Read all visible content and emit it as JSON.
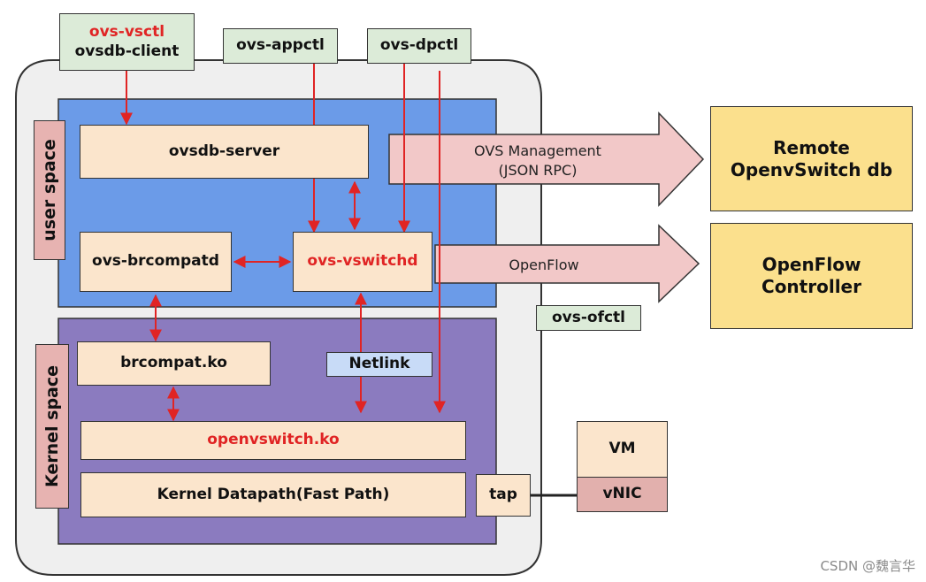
{
  "tools": {
    "vsctl_line1": "ovs-vsctl",
    "vsctl_line2": "ovsdb-client",
    "appctl": "ovs-appctl",
    "dpctl": "ovs-dpctl",
    "ofctl": "ovs-ofctl"
  },
  "user_space": {
    "label": "user space",
    "ovsdb_server": "ovsdb-server",
    "brcompatd": "ovs-brcompatd",
    "vswitchd": "ovs-vswitchd"
  },
  "kernel_space": {
    "label": "Kernel space",
    "brcompat_ko": "brcompat.ko",
    "netlink": "Netlink",
    "openvswitch_ko": "openvswitch.ko",
    "datapath": "Kernel Datapath(Fast Path)",
    "tap": "tap"
  },
  "remote": {
    "mgmt_line1": "OVS Management",
    "mgmt_line2": "(JSON RPC)",
    "openflow_label": "OpenFlow",
    "remote_db_line1": "Remote",
    "remote_db_line2": "OpenvSwitch db",
    "controller_line1": "OpenFlow",
    "controller_line2": "Controller"
  },
  "vm": {
    "vm": "VM",
    "vnic": "vNIC"
  },
  "watermark": "CSDN @魏言华",
  "colors": {
    "user_space_bg": "#6b9be8",
    "kernel_space_bg": "#8b7bbf",
    "outer_bg": "#efefef",
    "arrow_red": "#e02424",
    "fat_arrow_fill": "#f2c8c8"
  }
}
